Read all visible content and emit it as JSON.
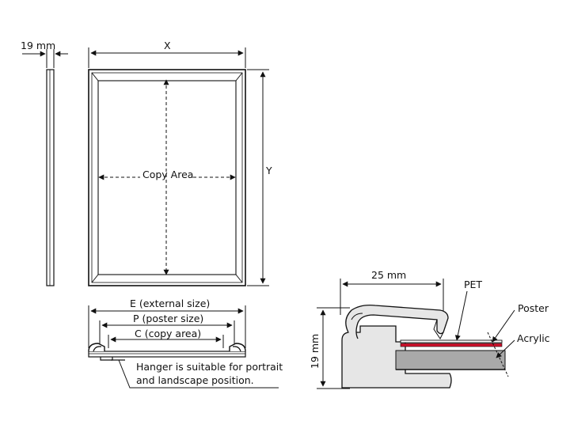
{
  "labels": {
    "depth_left": "19 mm",
    "width_x": "X",
    "height_y": "Y",
    "copy_area": "Copy Area",
    "external_size": "E (external size)",
    "poster_size": "P (poster size)",
    "copy_area_size": "C (copy area)",
    "hanger_line1": "Hanger is suitable for portrait",
    "hanger_line2": "and landscape position.",
    "profile_width": "25 mm",
    "profile_height": "19 mm",
    "pet": "PET",
    "poster": "Poster",
    "acrylic": "Acrylic"
  },
  "colors": {
    "line": "#111111",
    "profile_fill": "#e6e6e6",
    "acrylic_fill": "#a9a9a9",
    "poster_red": "#d0112b",
    "frame_inner": "#f2f2f2"
  }
}
